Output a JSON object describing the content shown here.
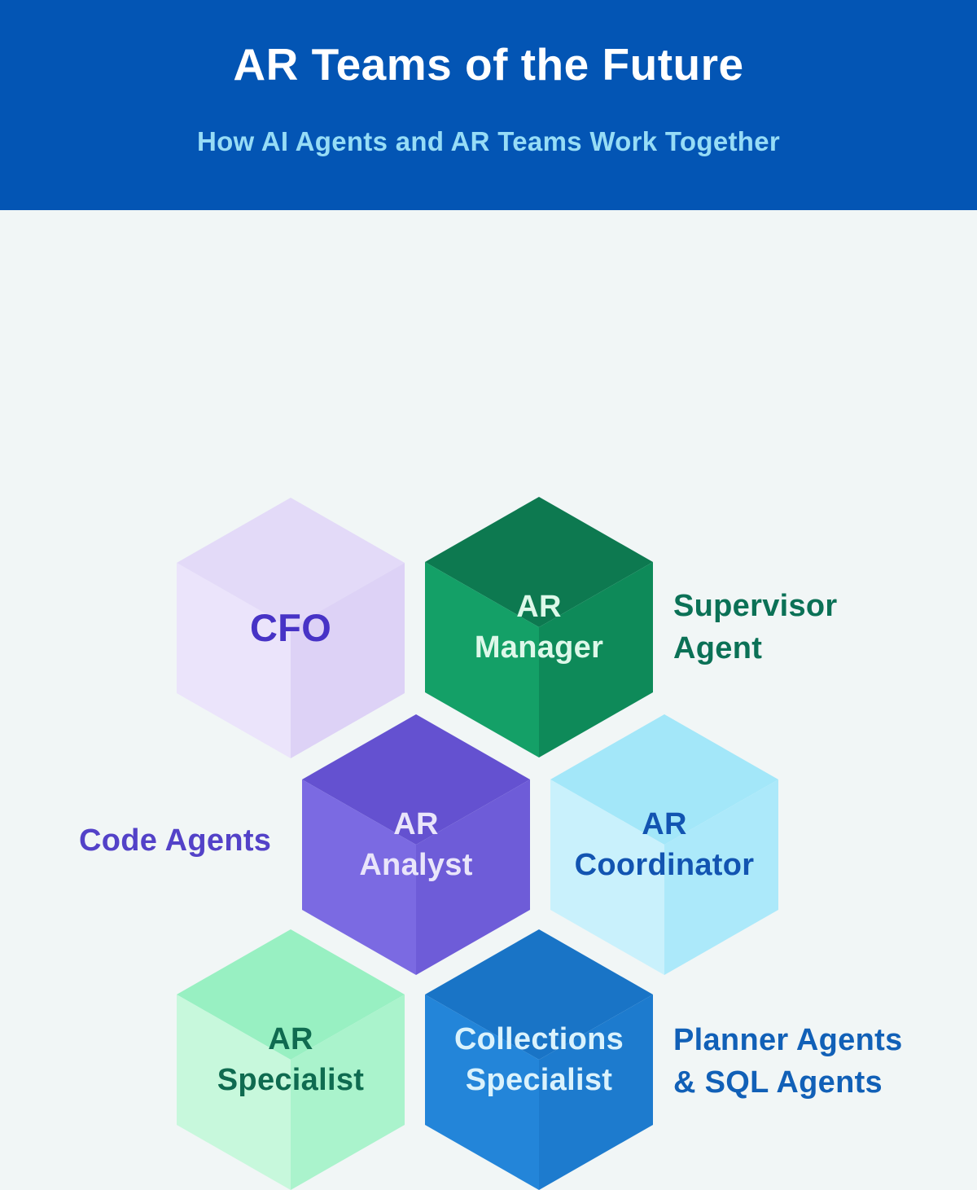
{
  "page": {
    "bg": "#f1f6f6"
  },
  "header": {
    "bg": "#0355b4",
    "title": "AR Teams of the Future",
    "title_color": "#ffffff",
    "subtitle": "How AI Agents and AR Teams Work Together",
    "subtitle_color": "#96dcf6"
  },
  "cubes": {
    "cfo": {
      "line1": "CFO",
      "colors": {
        "top": "#e3daf8",
        "left": "#ebe4fb",
        "right": "#ddd2f6",
        "text": "#4733c6"
      }
    },
    "ar_manager": {
      "line1": "AR",
      "line2": "Manager",
      "colors": {
        "top": "#0d7950",
        "left": "#14a067",
        "right": "#0e8a59",
        "text": "#ddf8e9"
      }
    },
    "ar_analyst": {
      "line1": "AR",
      "line2": "Analyst",
      "colors": {
        "top": "#6451d0",
        "left": "#7b6ae2",
        "right": "#6e5cd8",
        "text": "#e9e5fa"
      }
    },
    "ar_coordinator": {
      "line1": "AR",
      "line2": "Coordinator",
      "colors": {
        "top": "#a3e7f9",
        "left": "#c9f1fc",
        "right": "#ace9fa",
        "text": "#1254b1"
      }
    },
    "ar_specialist": {
      "line1": "AR",
      "line2": "Specialist",
      "colors": {
        "top": "#98f0c2",
        "left": "#c7f8dc",
        "right": "#aaf3cc",
        "text": "#0f6b50"
      }
    },
    "collections_specialist": {
      "line1": "Collections",
      "line2": "Specialist",
      "colors": {
        "top": "#1974c6",
        "left": "#2385d9",
        "right": "#1d7bce",
        "text": "#daf2fc"
      }
    }
  },
  "side_labels": {
    "supervisor_agent": {
      "line1": "Supervisor",
      "line2": "Agent",
      "color": "#0b7156"
    },
    "code_agents": {
      "line1": "Code Agents",
      "color": "#5342c8"
    },
    "planner_sql_agents": {
      "line1": "Planner Agents",
      "line2": "& SQL Agents",
      "color": "#1160b7"
    }
  }
}
